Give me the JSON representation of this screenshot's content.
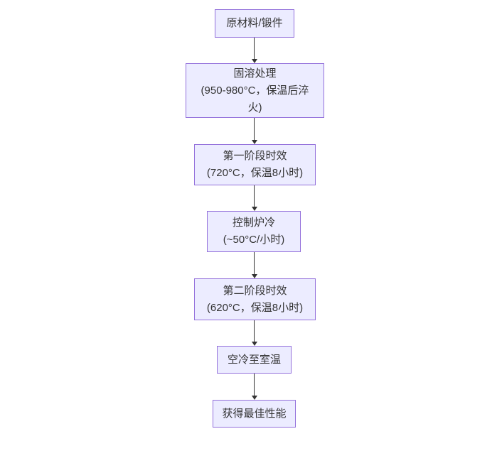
{
  "diagram": {
    "type": "flowchart-vertical",
    "colors": {
      "background": "#ffffff",
      "node_fill": "#ECECFF",
      "node_border": "#9370DB",
      "text": "#333333",
      "arrow": "#333333"
    },
    "nodes": [
      {
        "lines": [
          "原材料/锻件"
        ]
      },
      {
        "lines": [
          "固溶处理",
          "(950-980°C，保温后淬",
          "火)"
        ]
      },
      {
        "lines": [
          "第一阶段时效",
          "(720°C，保温8小时)"
        ]
      },
      {
        "lines": [
          "控制炉冷",
          "(~50°C/小时)"
        ]
      },
      {
        "lines": [
          "第二阶段时效",
          "(620°C，保温8小时)"
        ]
      },
      {
        "lines": [
          "空冷至室温"
        ]
      },
      {
        "lines": [
          "获得最佳性能"
        ]
      }
    ]
  }
}
